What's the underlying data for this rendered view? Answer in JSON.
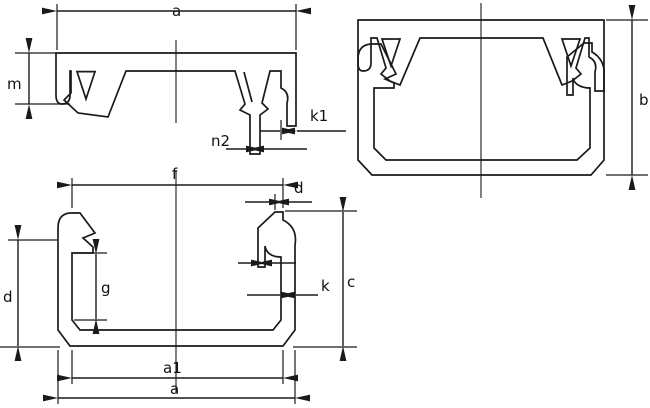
{
  "drawings": {
    "lid": {
      "title": "cover profile cross-section",
      "labels": {
        "a": "a",
        "m": "m",
        "n2": "n2",
        "k1": "k1"
      }
    },
    "assembled": {
      "title": "assembled trunking cross-section",
      "labels": {
        "b": "b"
      }
    },
    "channel": {
      "title": "base profile cross-section",
      "labels": {
        "f": "f",
        "d_top": "d",
        "c": "c",
        "d_left": "d",
        "g": "g",
        "k": "k",
        "a1": "a1",
        "a": "a"
      }
    }
  },
  "colors": {
    "line": "#1a1a1a",
    "background": "#ffffff"
  }
}
